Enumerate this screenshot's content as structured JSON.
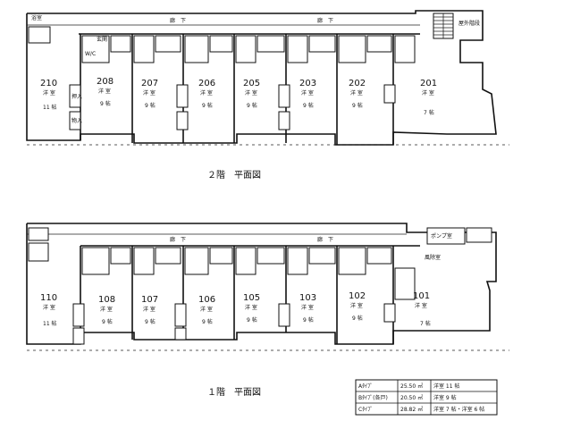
{
  "floor2": {
    "title": "２階　平面図",
    "corridor": [
      "廊　下",
      "廊　下"
    ],
    "stair_label": "屋外階段",
    "rooms": [
      {
        "no": "210",
        "type": "洋 室",
        "area": "11 帖"
      },
      {
        "no": "208",
        "type": "洋 室",
        "area": "9 帖"
      },
      {
        "no": "207",
        "type": "洋 室",
        "area": "9 帖"
      },
      {
        "no": "206",
        "type": "洋 室",
        "area": "9 帖"
      },
      {
        "no": "205",
        "type": "洋 室",
        "area": "9 帖"
      },
      {
        "no": "203",
        "type": "洋 室",
        "area": "9 帖"
      },
      {
        "no": "202",
        "type": "洋 室",
        "area": "9 帖"
      },
      {
        "no": "201",
        "type": "洋 室",
        "area": "7 帖"
      }
    ]
  },
  "floor1": {
    "title": "１階　平面図",
    "corridor": [
      "廊　下",
      "廊　下"
    ],
    "pump_label": "ポンプ室",
    "extra_label": "風除室",
    "rooms": [
      {
        "no": "110",
        "type": "洋 室",
        "area": "11 帖"
      },
      {
        "no": "108",
        "type": "洋 室",
        "area": "9 帖"
      },
      {
        "no": "107",
        "type": "洋 室",
        "area": "9 帖"
      },
      {
        "no": "106",
        "type": "洋 室",
        "area": "9 帖"
      },
      {
        "no": "105",
        "type": "洋 室",
        "area": "9 帖"
      },
      {
        "no": "103",
        "type": "洋 室",
        "area": "9 帖"
      },
      {
        "no": "102",
        "type": "洋 室",
        "area": "9 帖"
      },
      {
        "no": "101",
        "type": "洋 室",
        "area": "7 帖"
      }
    ]
  },
  "fixtures": {
    "bath": "浴室",
    "entry": "玄関",
    "wc": "W/C",
    "storage": "押入",
    "closet": "物入"
  },
  "legend": [
    {
      "type": "Aﾀｲﾌﾟ",
      "size": "25.50 ㎡",
      "desc": "洋室 11 帖"
    },
    {
      "type": "Bﾀｲﾌﾟ(各戸)",
      "size": "20.50 ㎡",
      "desc": "洋室 9 帖"
    },
    {
      "type": "Cﾀｲﾌﾟ",
      "size": "28.82 ㎡",
      "desc": "洋室 7 帖・洋室 6 帖"
    }
  ]
}
